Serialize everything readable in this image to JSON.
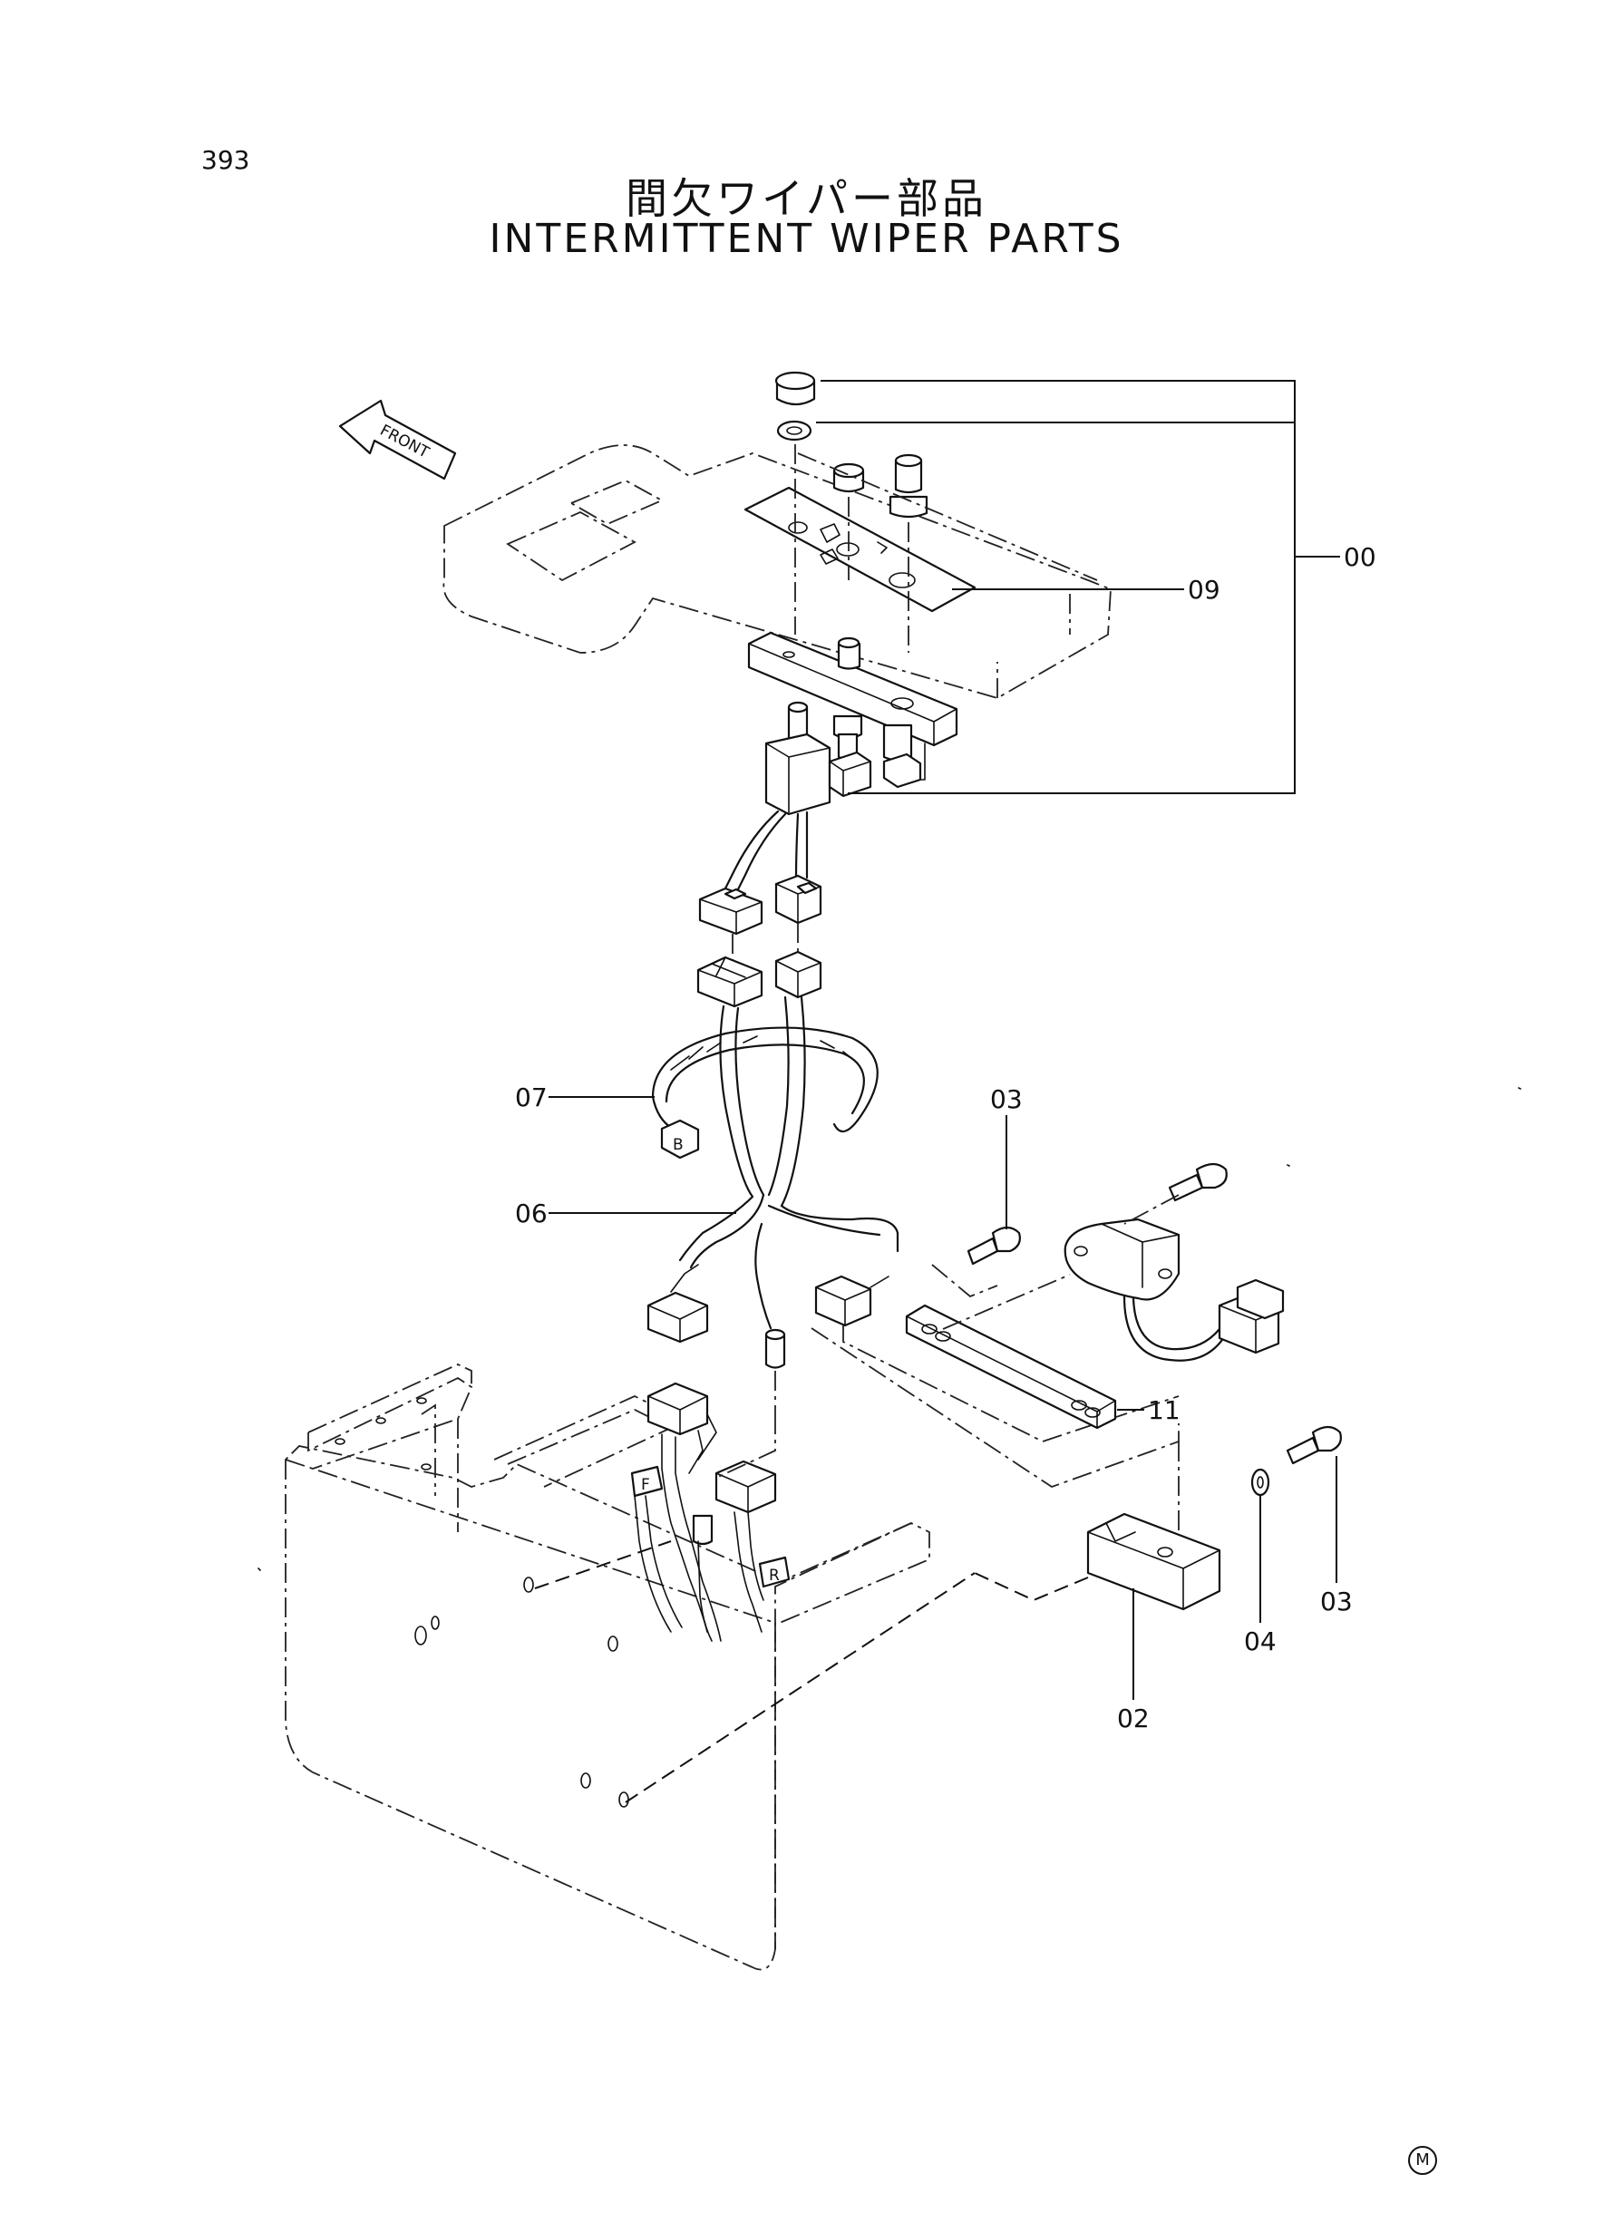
{
  "page_number": "393",
  "title_jp": "間欠ワイパー部品",
  "title_en": "INTERMITTENT WIPER PARTS",
  "front_label": "FRONT",
  "callouts": {
    "c00": "00",
    "c09": "09",
    "c07": "07",
    "c06": "06",
    "c03a": "03",
    "c11": "11",
    "c04": "04",
    "c03b": "03",
    "c02": "02"
  },
  "connector_tags": {
    "b": "B",
    "f": "F",
    "r": "R"
  },
  "maker_mark": "M"
}
